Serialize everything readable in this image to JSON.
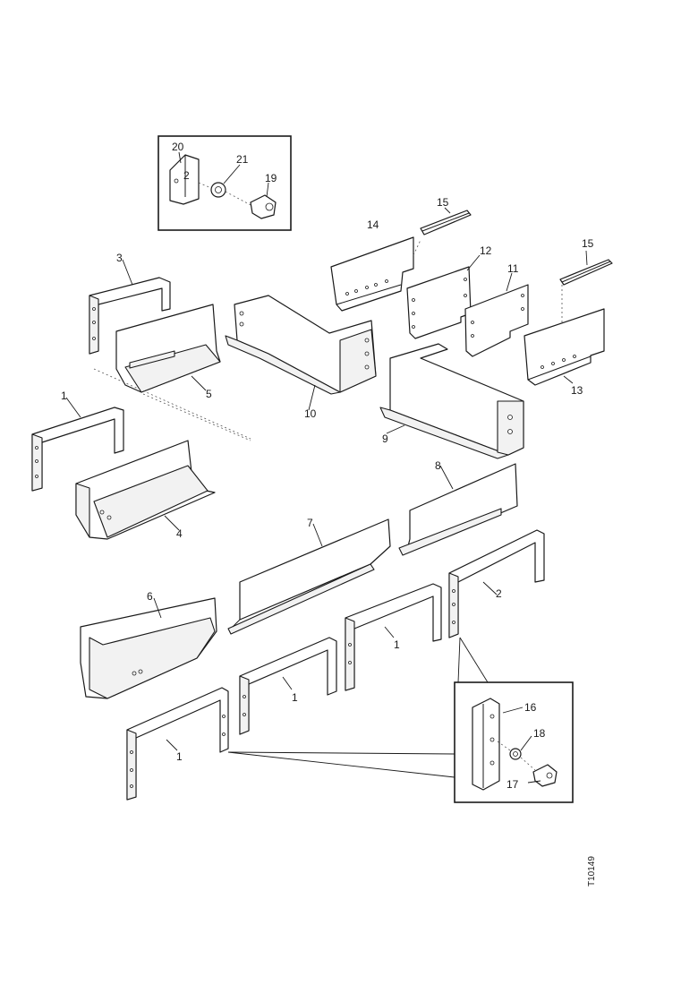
{
  "figure": {
    "drawing_code": "T10149",
    "callouts": {
      "c1a": "1",
      "c1b": "1",
      "c1c": "1",
      "c1d": "1",
      "c2": "2",
      "c3": "3",
      "c4": "4",
      "c5": "5",
      "c6": "6",
      "c7": "7",
      "c8": "8",
      "c9": "9",
      "c10": "10",
      "c11": "11",
      "c12": "12",
      "c13": "13",
      "c14": "14",
      "c15a": "15",
      "c15b": "15",
      "c16": "16",
      "c17": "17",
      "c18": "18",
      "c19": "19",
      "c20": "20",
      "c21": "21"
    }
  }
}
